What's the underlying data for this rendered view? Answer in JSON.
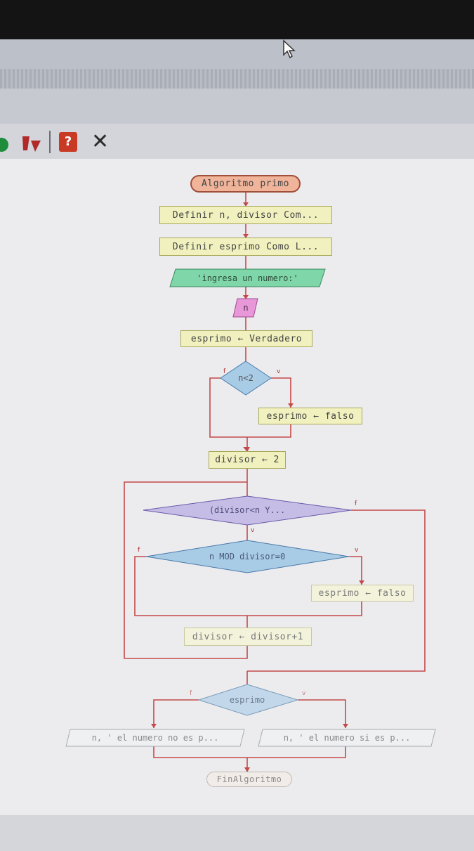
{
  "window": {
    "help_glyph": "?"
  },
  "flowchart": {
    "start": "Algoritmo primo",
    "def1": "Definir n, divisor Com...",
    "def2": "Definir esprimo Como L...",
    "out1": "'ingresa un numero:'",
    "in1": "n",
    "assign1": "esprimo ← Verdadero",
    "if1": {
      "cond": "n<2",
      "false": "f",
      "true": "v"
    },
    "assign_false1": "esprimo ← falso",
    "assign_div": "divisor ← 2",
    "while1": {
      "cond": "(divisor<n Y...",
      "false": "f",
      "true": "v"
    },
    "if2": {
      "cond": "n MOD divisor=0",
      "false": "f",
      "true": "v"
    },
    "assign_false2": "esprimo ← falso",
    "increment": "divisor ← divisor+1",
    "if3": {
      "cond": "esprimo",
      "false": "f",
      "true": "v"
    },
    "out_no": "n, ' el numero no es p...",
    "out_si": "n, ' el numero si es p...",
    "end": "FinAlgoritmo"
  },
  "colors": {
    "terminal_fill": "#f0b49a",
    "process_fill": "#f1f1bf",
    "io_fill": "#7fd6a8",
    "input_fill": "#e898d8",
    "decision_fill": "#a8cbe6",
    "loop_fill": "#c6bde6",
    "connector": "#c44a4a"
  }
}
